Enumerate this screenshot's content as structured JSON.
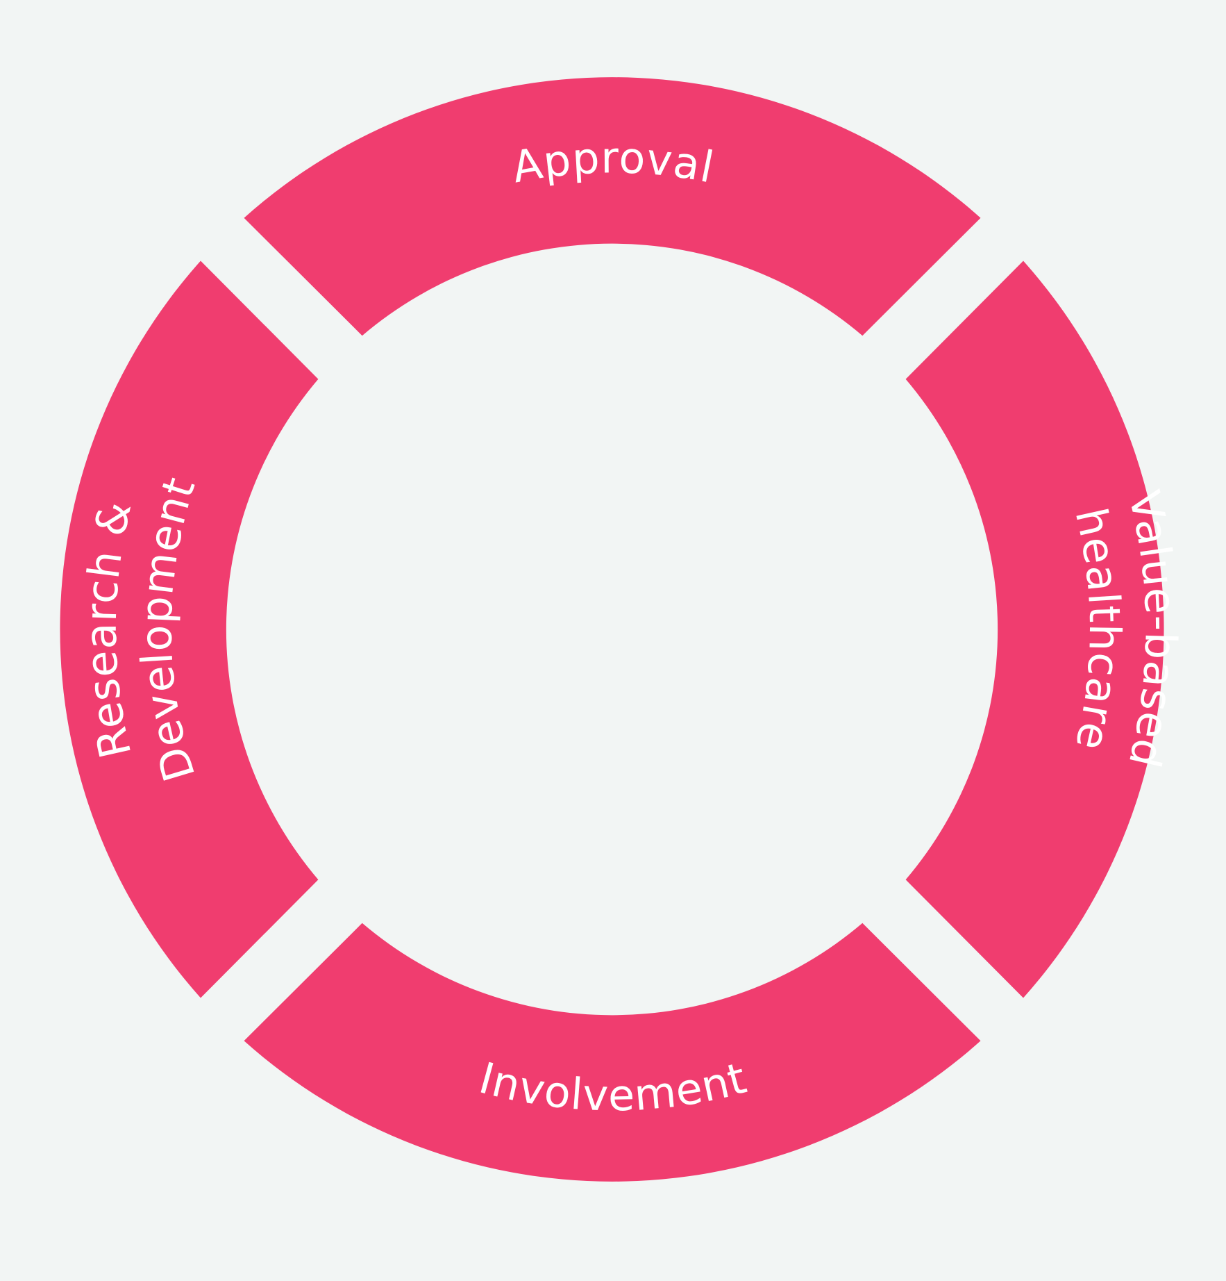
{
  "diagram": {
    "segments": [
      {
        "id": "approval",
        "lines": [
          "Approval"
        ]
      },
      {
        "id": "value-based",
        "lines": [
          "Value-based",
          "healthcare"
        ]
      },
      {
        "id": "involvement",
        "lines": [
          "Involvement"
        ]
      },
      {
        "id": "research",
        "lines": [
          "Research &",
          "Development"
        ]
      }
    ],
    "colors": {
      "segment": "#f03d6f",
      "label": "#ffffff",
      "background": "#f2f5f4"
    }
  }
}
